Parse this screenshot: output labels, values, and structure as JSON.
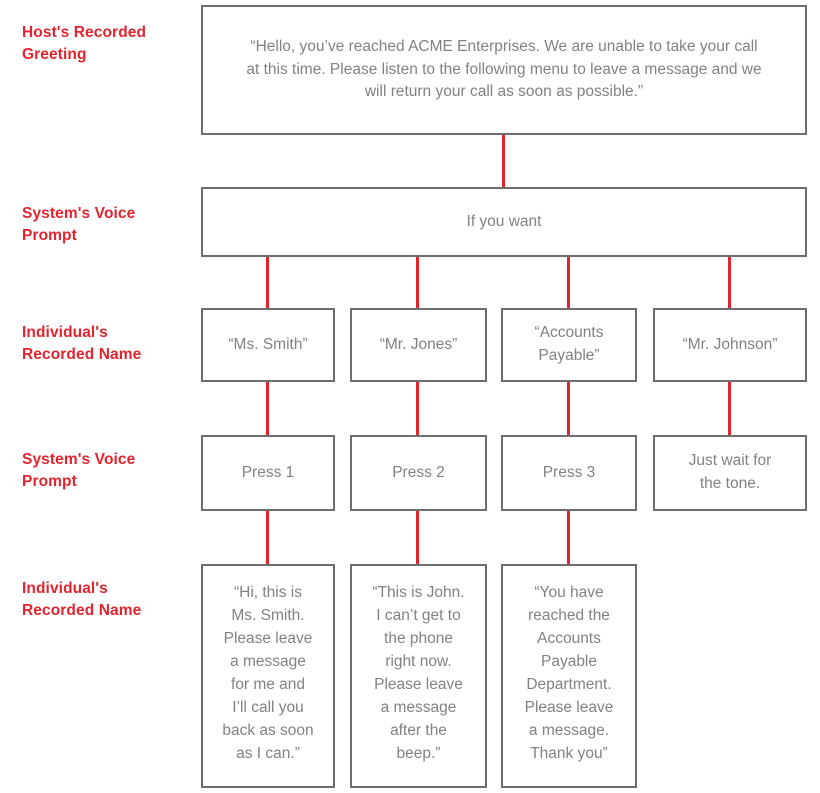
{
  "colors": {
    "label_red": "#e2242e",
    "connector_red": "#e2242e",
    "box_border": "#6e6e6e",
    "box_text": "#808285",
    "background": "#ffffff"
  },
  "row_labels": [
    {
      "id": "host-recorded-greeting",
      "text": "Host's Recorded\nGreeting"
    },
    {
      "id": "systems-voice-prompt-1",
      "text": "System's Voice\nPrompt"
    },
    {
      "id": "individuals-recorded-name-1",
      "text": "Individual's\nRecorded Name"
    },
    {
      "id": "systems-voice-prompt-2",
      "text": "System's Voice\nPrompt"
    },
    {
      "id": "individuals-recorded-name-2",
      "text": "Individual's\nRecorded Name"
    }
  ],
  "nodes": {
    "greeting": "“Hello, you’ve reached ACME Enterprises. We are unable to take your call at this time. Please listen to the following menu to leave a message and we will return your call as soon as possible.”",
    "prompt_if_you_want": "If you want",
    "names": [
      "“Ms. Smith”",
      "“Mr. Jones”",
      "“Accounts\nPayable”",
      "“Mr. Johnson”"
    ],
    "actions": [
      "Press 1",
      "Press 2",
      "Press 3",
      "Just wait for\nthe tone."
    ],
    "messages": [
      "“Hi, this is\nMs. Smith.\nPlease leave\na message\nfor me and\nI’ll call you\nback as soon\nas I can.”",
      "“This is John.\nI can’t get to\nthe phone\nright now.\nPlease leave\na message\nafter the\nbeep.”",
      "“You have\nreached the\nAccounts\nPayable\nDepartment.\nPlease leave\na message.\nThank you”"
    ]
  },
  "chart_data": {
    "type": "diagram",
    "title": "Voicemail auto-attendant menu tree",
    "levels": [
      {
        "label": "Host's Recorded Greeting",
        "nodes": [
          "“Hello, you’ve reached ACME Enterprises. We are unable to take your call at this time. Please listen to the following menu to leave a message and we will return your call as soon as possible.”"
        ]
      },
      {
        "label": "System's Voice Prompt",
        "nodes": [
          "If you want"
        ]
      },
      {
        "label": "Individual's Recorded Name",
        "nodes": [
          "“Ms. Smith”",
          "“Mr. Jones”",
          "“Accounts Payable”",
          "“Mr. Johnson”"
        ]
      },
      {
        "label": "System's Voice Prompt",
        "nodes": [
          "Press 1",
          "Press 2",
          "Press 3",
          "Just wait for the tone."
        ]
      },
      {
        "label": "Individual's Recorded Name",
        "nodes": [
          "“Hi, this is Ms. Smith. Please leave a message for me and I’ll call you back as soon as I can.”",
          "“This is John. I can’t get to the phone right now. Please leave a message after the beep.”",
          "“You have reached the Accounts Payable Department. Please leave a message. Thank you”"
        ]
      }
    ]
  }
}
